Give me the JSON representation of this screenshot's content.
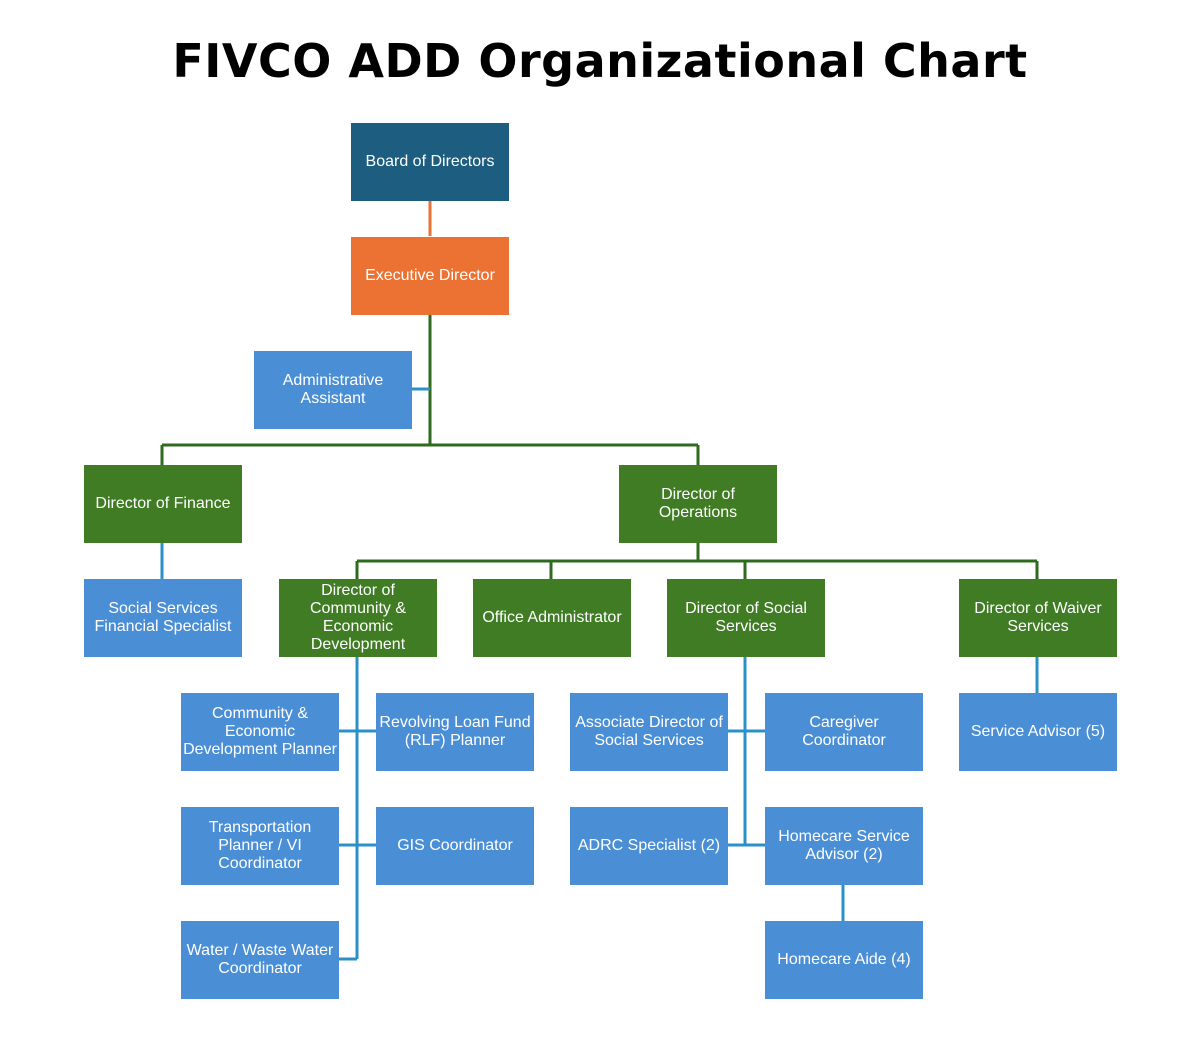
{
  "title": "FIVCO ADD Organizational Chart",
  "nodes": {
    "board": "Board of Directors",
    "exec": "Executive Director",
    "admin_assistant": "Administrative Assistant",
    "dir_finance": "Director of Finance",
    "dir_operations": "Director of Operations",
    "ss_financial_specialist": "Social Services Financial Specialist",
    "dir_community": "Director of Community & Economic Development",
    "office_admin": "Office Administrator",
    "dir_social": "Director of Social Services",
    "dir_waiver": "Director of Waiver Services",
    "ced_planner": "Community & Economic Development Planner",
    "rlf_planner": "Revolving Loan Fund (RLF) Planner",
    "transportation_planner": "Transportation Planner / VI Coordinator",
    "gis_coordinator": "GIS Coordinator",
    "water_coordinator": "Water / Waste Water Coordinator",
    "assoc_dir_social": "Associate Director of Social Services",
    "caregiver_coordinator": "Caregiver Coordinator",
    "adrc_specialist": "ADRC Specialist (2)",
    "homecare_advisor": "Homecare Service Advisor (2)",
    "homecare_aide": "Homecare Aide (4)",
    "service_advisor": "Service Advisor (5)"
  },
  "colors": {
    "board": "#1d5e80",
    "executive": "#ec7234",
    "director": "#3f7c24",
    "staff": "#4a8fd6",
    "line_executive": "#ec7234",
    "line_director": "#2e6b1f",
    "line_staff": "#2a90c8"
  }
}
